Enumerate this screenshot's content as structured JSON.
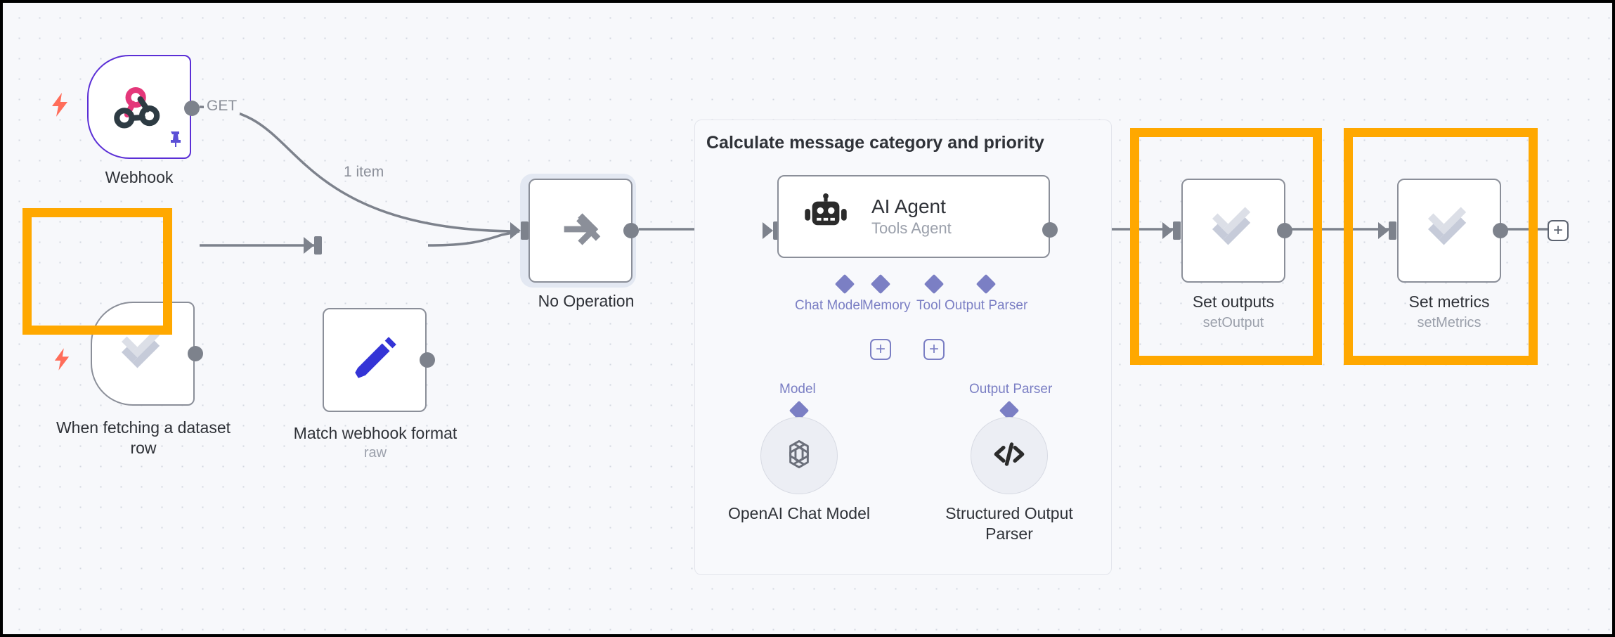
{
  "canvas": {
    "background_color": "#f7f8fb",
    "dot_grid_color": "#d3d7e0",
    "highlight_color": "#ffa800"
  },
  "nodes": {
    "webhook": {
      "label": "Webhook",
      "icon": "webhook-icon",
      "is_trigger": true,
      "is_pinned": true,
      "border_color": "#5b2fd6",
      "output_label": "GET"
    },
    "when_fetching": {
      "label": "When fetching a dataset\nrow",
      "icon": "set-check-icon",
      "is_trigger": true,
      "highlighted": true
    },
    "match_webhook": {
      "label": "Match webhook format",
      "sublabel": "raw",
      "icon": "edit-pencil-icon"
    },
    "no_operation": {
      "label": "No Operation",
      "icon": "arrow-right-icon",
      "selected": true
    },
    "ai_agent": {
      "label": "AI Agent",
      "sublabel": "Tools Agent",
      "icon": "robot-icon"
    },
    "set_outputs": {
      "label": "Set outputs",
      "sublabel": "setOutput",
      "icon": "set-check-icon",
      "highlighted": true
    },
    "set_metrics": {
      "label": "Set metrics",
      "sublabel": "setMetrics",
      "icon": "set-check-icon",
      "highlighted": true
    },
    "openai_chat_model": {
      "label": "OpenAI Chat Model",
      "icon": "openai-icon",
      "connector_label": "Model"
    },
    "structured_output_parser": {
      "label": "Structured Output\nParser",
      "icon": "code-brackets-icon",
      "connector_label": "Output Parser"
    }
  },
  "group": {
    "title": "Calculate message category and priority"
  },
  "agent_connectors": [
    {
      "label": "Chat Model"
    },
    {
      "label": "Memory"
    },
    {
      "label": "Tool"
    },
    {
      "label": "Output Parser"
    }
  ],
  "edges": {
    "webhook_to_noop_label": "1 item",
    "webhook_output_label": "GET"
  },
  "buttons": {
    "add_memory": "+",
    "add_tool": "+",
    "add_next_node": "+"
  }
}
